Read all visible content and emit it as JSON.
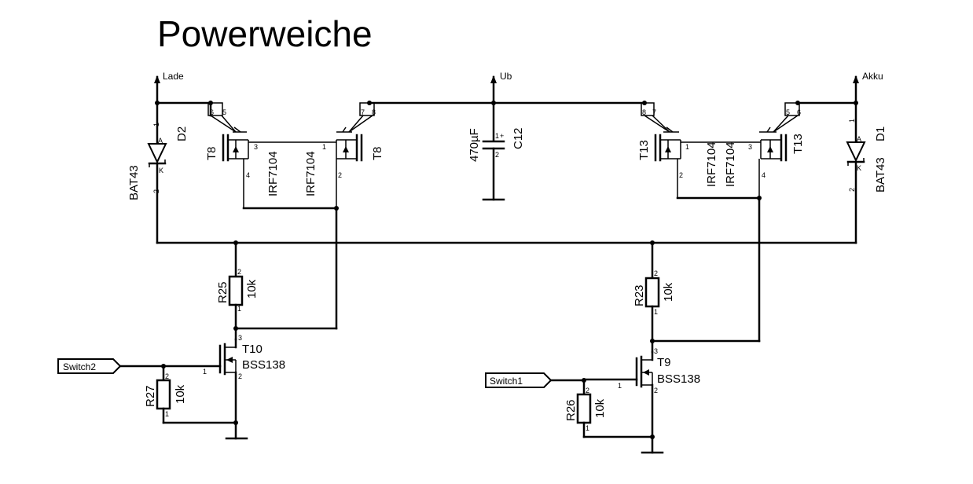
{
  "title": "Powerweiche",
  "nets": {
    "lade": "Lade",
    "ub": "Ub",
    "akku": "Akku",
    "switch1": "Switch1",
    "switch2": "Switch2"
  },
  "components": {
    "D2": {
      "name": "D2",
      "value": "BAT43",
      "pin_a": "A",
      "pin_k": "K",
      "pin_1": "1",
      "pin_2": "2"
    },
    "D1": {
      "name": "D1",
      "value": "BAT43",
      "pin_a": "A",
      "pin_k": "K",
      "pin_1": "1",
      "pin_2": "2"
    },
    "C12": {
      "name": "C12",
      "value": "470µF",
      "pin_1": "1",
      "pin_2": "2",
      "plus": "+"
    },
    "T8a": {
      "name": "T8",
      "value": "IRF7104",
      "pins": [
        "6",
        "5",
        "3",
        "4"
      ]
    },
    "T8b": {
      "name": "T8",
      "value": "IRF7104",
      "pins": [
        "7",
        "8",
        "1",
        "2"
      ]
    },
    "T13a": {
      "name": "T13",
      "value": "IRF7104",
      "pins": [
        "8",
        "7",
        "1",
        "2"
      ]
    },
    "T13b": {
      "name": "T13",
      "value": "IRF7104",
      "pins": [
        "5",
        "6",
        "3",
        "4"
      ]
    },
    "R25": {
      "name": "R25",
      "value": "10k",
      "pin_1": "1",
      "pin_2": "2"
    },
    "R23": {
      "name": "R23",
      "value": "10k",
      "pin_1": "1",
      "pin_2": "2"
    },
    "R27": {
      "name": "R27",
      "value": "10k",
      "pin_1": "1",
      "pin_2": "2"
    },
    "R26": {
      "name": "R26",
      "value": "10k",
      "pin_1": "1",
      "pin_2": "2"
    },
    "T10": {
      "name": "T10",
      "value": "BSS138",
      "pin_1": "1",
      "pin_2": "2",
      "pin_3": "3"
    },
    "T9": {
      "name": "T9",
      "value": "BSS138",
      "pin_1": "1",
      "pin_2": "2",
      "pin_3": "3"
    }
  }
}
